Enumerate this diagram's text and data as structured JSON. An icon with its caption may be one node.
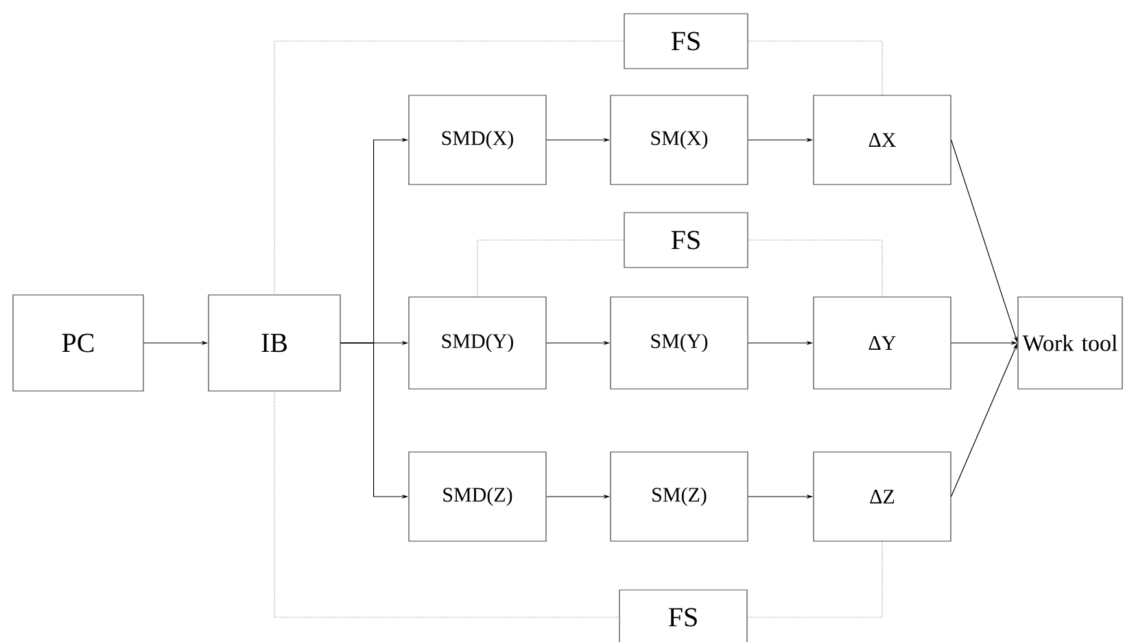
{
  "diagram": {
    "nodes": [
      {
        "text": [
          "FS"
        ]
      },
      {
        "text": [
          "SMD(X)"
        ]
      },
      {
        "text": [
          "SM(X)"
        ]
      },
      {
        "text": [
          "ΔX"
        ]
      },
      {
        "text": [
          "FS"
        ]
      },
      {
        "text": [
          "PC"
        ]
      },
      {
        "text": [
          "IB"
        ]
      },
      {
        "text": [
          "SMD(Y)"
        ]
      },
      {
        "text": [
          "SM(Y)"
        ]
      },
      {
        "text": [
          "ΔY"
        ]
      },
      {
        "text": [
          "Work tool"
        ]
      },
      {
        "text": [
          "SMD(Z)"
        ]
      },
      {
        "text": [
          "SM(Z)"
        ]
      },
      {
        "text": [
          "ΔZ"
        ]
      },
      {
        "text": [
          "FS"
        ]
      }
    ],
    "edges": [
      {
        "from": 5,
        "to": 6,
        "arrow": "to"
      },
      {
        "from": 6,
        "to": 1,
        "arrow": "to"
      },
      {
        "from": 6,
        "to": 7,
        "arrow": "to"
      },
      {
        "from": 6,
        "to": 11,
        "arrow": "to"
      },
      {
        "from": 1,
        "to": 2,
        "arrow": "to"
      },
      {
        "from": 2,
        "to": 3,
        "arrow": "to"
      },
      {
        "from": 7,
        "to": 8,
        "arrow": "to"
      },
      {
        "from": 8,
        "to": 9,
        "arrow": "to"
      },
      {
        "from": 11,
        "to": 12,
        "arrow": "to"
      },
      {
        "from": 12,
        "to": 13,
        "arrow": "to"
      },
      {
        "from": 3,
        "to": 10,
        "arrow": "to"
      },
      {
        "from": 9,
        "to": 10,
        "arrow": "to"
      },
      {
        "from": 13,
        "to": 10,
        "arrow": "to"
      },
      {
        "from": 3,
        "to": 0,
        "arrow": "none",
        "style": "dashed",
        "color": "#808080"
      },
      {
        "from": 0,
        "to": 6,
        "arrow": "none",
        "style": "dashed",
        "color": "#808080"
      },
      {
        "from": 9,
        "to": 4,
        "arrow": "none",
        "style": "dashed",
        "color": "#808080"
      },
      {
        "from": 4,
        "to": 7,
        "arrow": "none",
        "style": "dashed",
        "color": "#808080"
      },
      {
        "from": 13,
        "to": 14,
        "arrow": "none",
        "style": "dashed",
        "color": "#808080"
      },
      {
        "from": 14,
        "to": 6,
        "arrow": "none",
        "style": "dashed",
        "color": "#808080"
      }
    ]
  }
}
